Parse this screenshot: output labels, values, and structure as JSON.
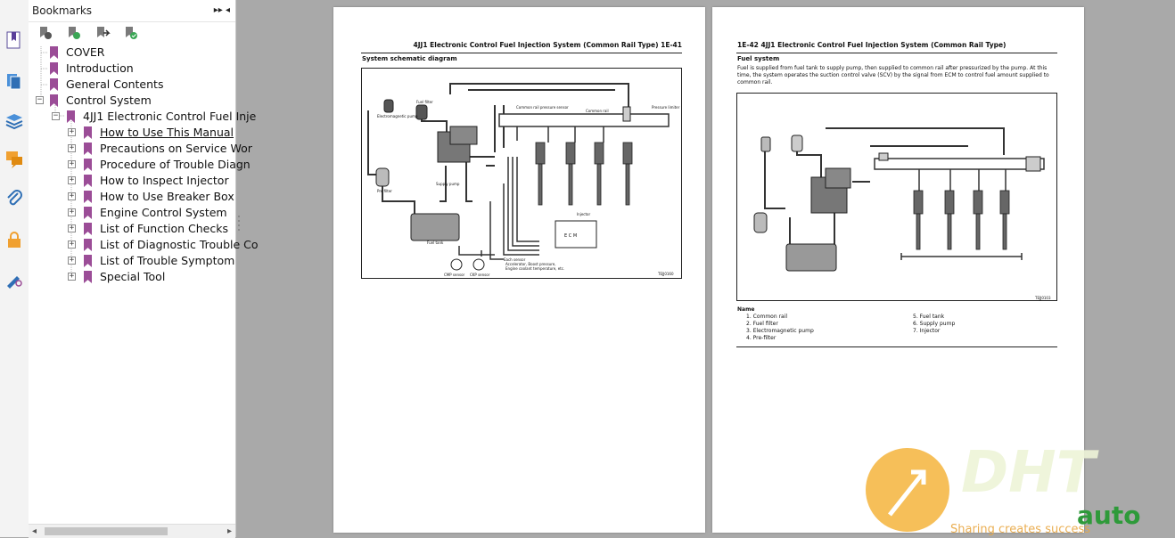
{
  "panel": {
    "title": "Bookmarks",
    "header_controls": "▸▸ ◂"
  },
  "toolbar": {
    "buttons": [
      "bookmark-options-icon",
      "add-bookmark-icon",
      "go-to-bookmark-icon",
      "bookmark-properties-icon"
    ]
  },
  "side_icons": [
    "bookmarks-icon",
    "pages-icon",
    "layers-icon",
    "comments-icon",
    "attachments-icon",
    "security-icon",
    "signatures-icon"
  ],
  "bookmarks": {
    "cover": "COVER",
    "introduction": "Introduction",
    "general_contents": "General Contents",
    "control_system": "Control System",
    "fuel_injection": "4JJ1 Electronic Control Fuel Inje",
    "items": [
      "How to Use This Manual",
      "Precautions on Service Wor",
      "Procedure of Trouble Diagn",
      "How to Inspect Injector",
      "How to Use Breaker Box",
      "Engine Control System",
      "List of Function Checks",
      "List of Diagnostic Trouble Co",
      "List of Trouble Symptom",
      "Special Tool"
    ]
  },
  "page_left": {
    "header": "4JJ1 Electronic Control Fuel Injection System (Common Rail Type) 1E-41",
    "section": "System schematic diagram",
    "labels": {
      "em_pump": "Electromagnetic pump",
      "fuel_filter": "Fuel filter",
      "common_rail_sensor": "Common rail pressure sensor",
      "common_rail": "Common rail",
      "pressure_limiter": "Pressure limiter",
      "supply_pump": "Supply pump",
      "pre_filter": "Pre filter",
      "fuel_tank": "Fuel tank",
      "injector": "Injector",
      "ecm": "E C M",
      "ckp": "CMP sensor",
      "cmp": "CKP sensor",
      "each_sensor": "Each sensor",
      "sensor_detail1": "Accelerator, Boost pressure,",
      "sensor_detail2": "Engine coolant temperature, etc.",
      "figure_code": "TEJJ0160"
    }
  },
  "page_right": {
    "header": "1E-42 4JJ1 Electronic Control Fuel Injection System (Common Rail Type)",
    "section": "Fuel system",
    "text": "Fuel is supplied from fuel tank to supply pump, then supplied to common rail after pressurized by the pump. At this time, the system operates the suction control valve (SCV) by the signal from ECM to control fuel amount supplied to common rail.",
    "figure_code": "TEJJ0103",
    "name_heading": "Name",
    "names_col1": [
      "1.  Common rail",
      "2.  Fuel filter",
      "3.  Electromagnetic pump",
      "4.  Pre-filter"
    ],
    "names_col2": [
      "5.  Fuel tank",
      "6.  Supply pump",
      "7.  Injector"
    ]
  },
  "watermark": {
    "big": "DHT",
    "brand": "auto",
    "tagline": "Sharing creates success"
  }
}
